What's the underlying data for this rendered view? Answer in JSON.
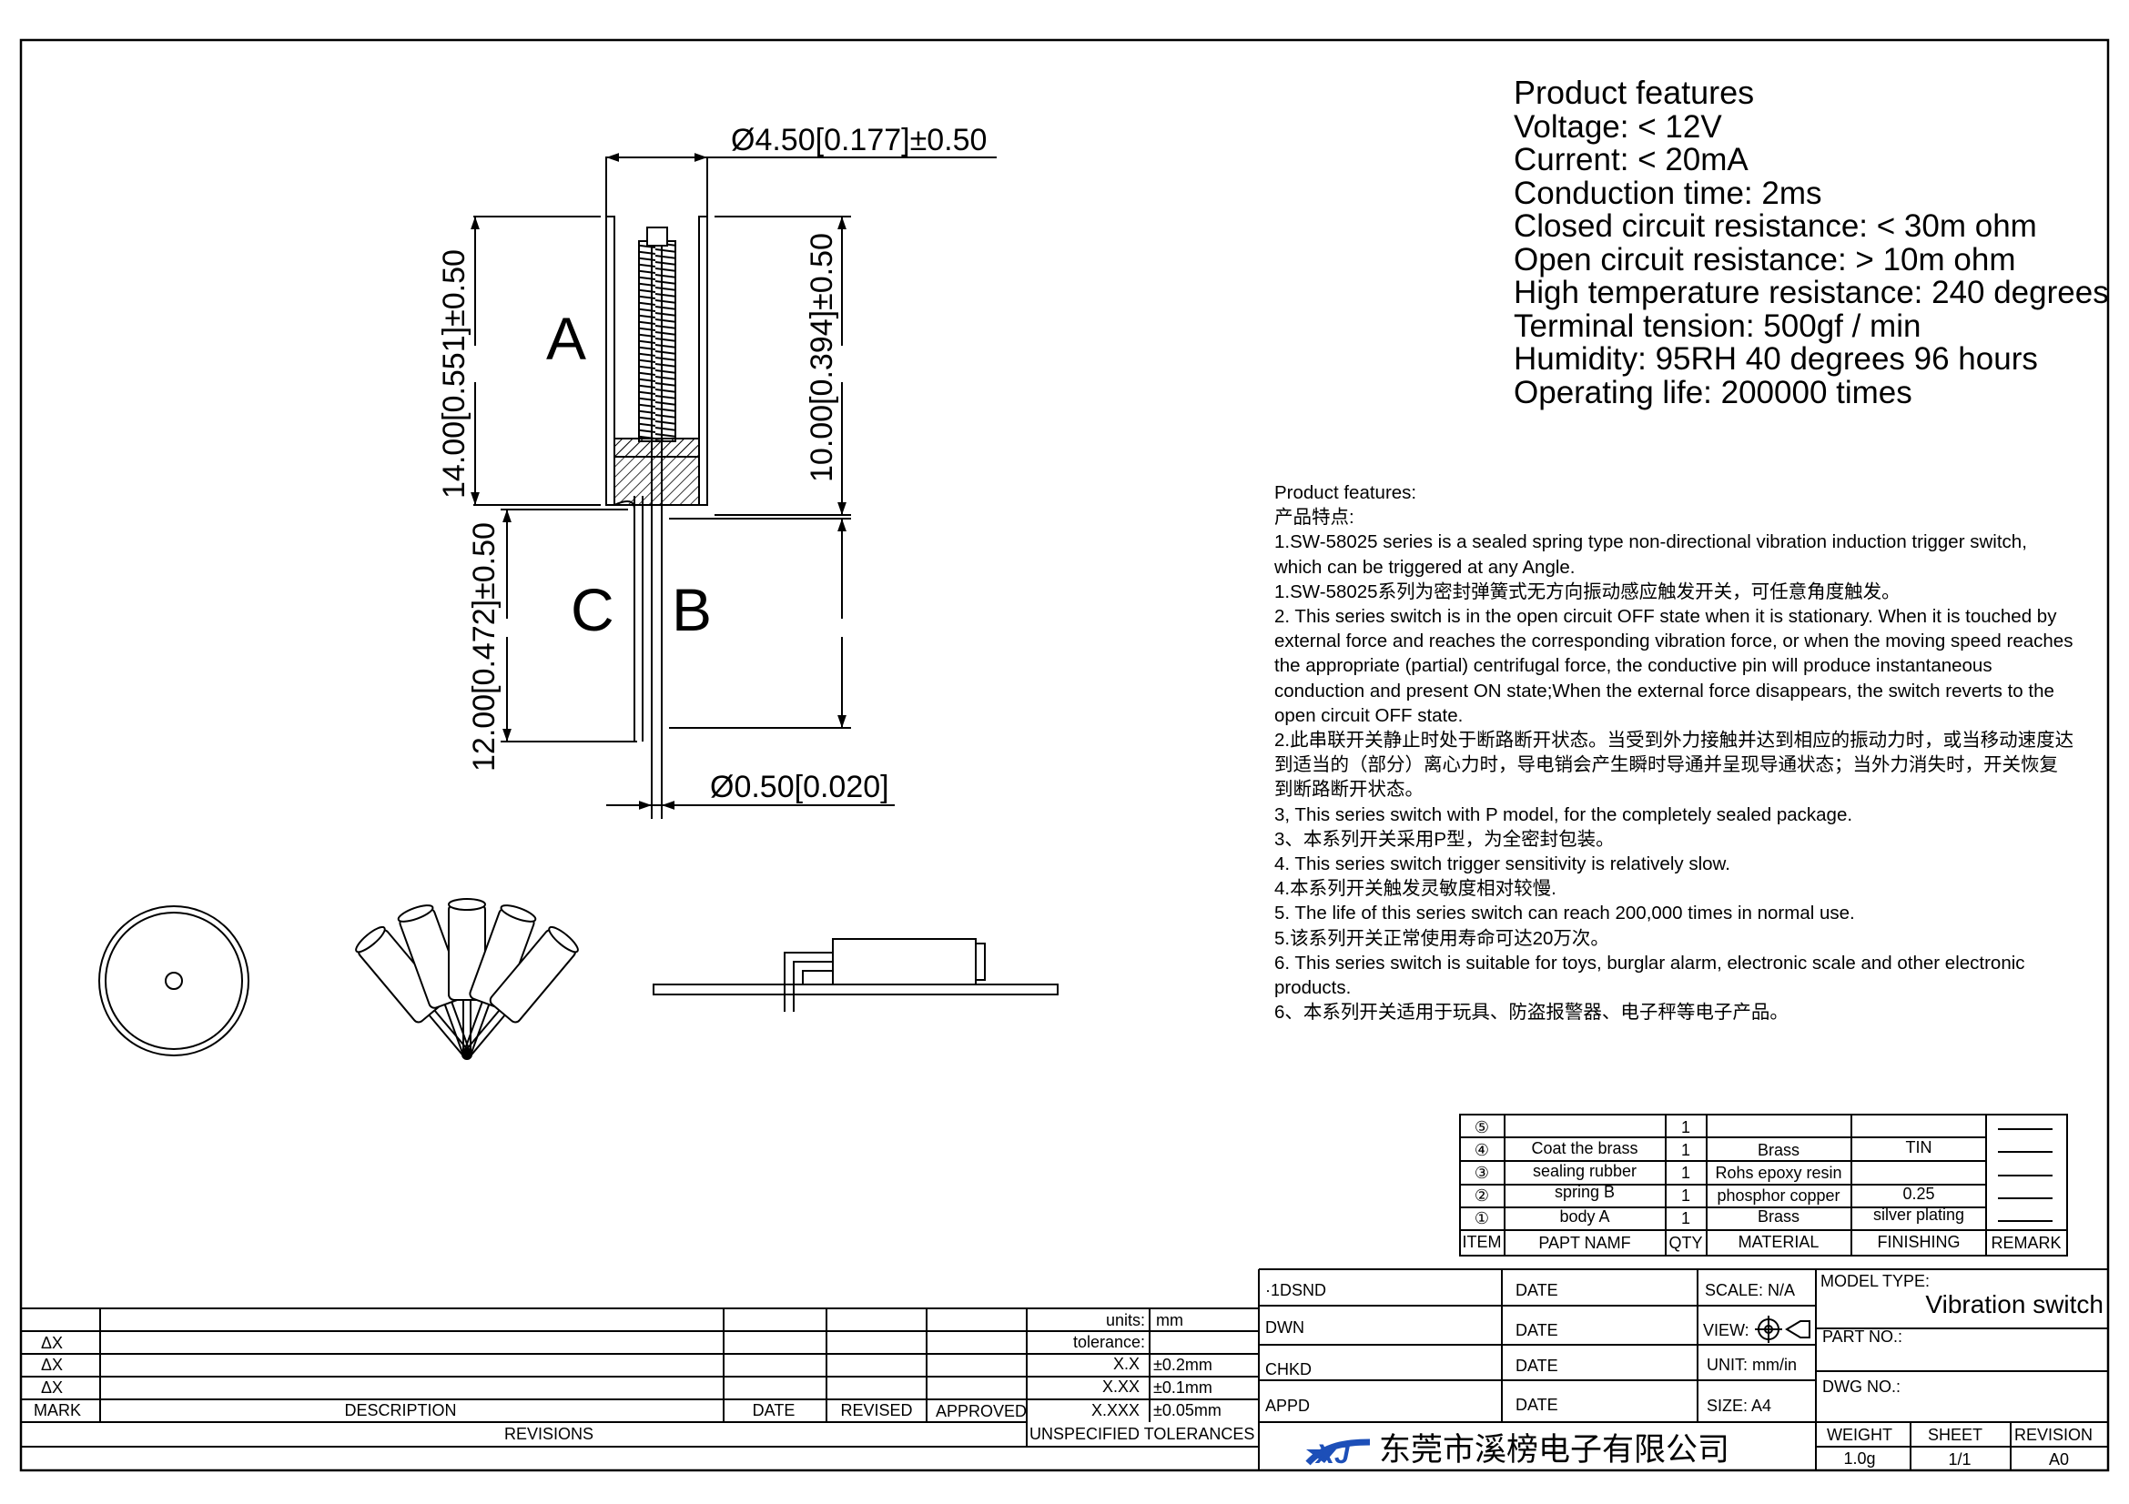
{
  "drawing": {
    "dims": {
      "diameter_top": "Ø4.50[0.177]±0.50",
      "height_total": "14.00[0.551]±0.50",
      "height_body": "10.00[0.394]±0.50",
      "height_pin": "12.00[0.472]±0.50",
      "diameter_pin": "Ø0.50[0.020]"
    },
    "labels": {
      "a": "A",
      "b": "B",
      "c": "C"
    }
  },
  "features_box": {
    "title": "Product features",
    "items": [
      "Voltage: < 12V",
      "Current: < 20mA",
      "Conduction time: 2ms",
      "Closed circuit resistance: < 30m ohm",
      "Open circuit resistance: > 10m ohm",
      "High temperature resistance: 240 degrees",
      "Terminal tension: 500gf / min",
      "Humidity: 95RH 40 degrees 96 hours",
      "Operating life: 200000 times"
    ]
  },
  "notes": [
    "Product features:",
    "产品特点:",
    "1.SW-58025 series is a sealed spring type non-directional vibration induction trigger switch, which can be triggered at any Angle.",
    "1.SW-58025系列为密封弹簧式无方向振动感应触发开关，可任意角度触发。",
    "2. This series switch is in the open circuit OFF state when it is stationary. When it is touched by external force and reaches the corresponding vibration force, or when the moving speed reaches the appropriate (partial) centrifugal force, the conductive pin will produce instantaneous conduction and present ON state;When the external force disappears, the switch reverts to the open circuit OFF state.",
    "2.此串联开关静止时处于断路断开状态。当受到外力接触并达到相应的振动力时，或当移动速度达到适当的（部分）离心力时，导电销会产生瞬时导通并呈现导通状态；当外力消失时，开关恢复到断路断开状态。",
    "3, This series switch with P model, for the completely sealed package.",
    "3、本系列开关采用P型，为全密封包装。",
    "4. This series switch trigger sensitivity is relatively slow.",
    "4.本系列开关触发灵敏度相对较慢.",
    "5. The life of this series switch can reach 200,000 times in normal use.",
    "5.该系列开关正常使用寿命可达20万次。",
    "6. This series switch is suitable for toys, burglar alarm, electronic scale and other electronic products.",
    "6、本系列开关适用于玩具、防盗报警器、电子秤等电子产品。"
  ],
  "bom": {
    "header": {
      "item": "ITEM",
      "part": "PAPT NAMF",
      "qty": "QTY",
      "material": "MATERIAL",
      "finishing": "FINISHING",
      "remark": "REMARK"
    },
    "rows": [
      {
        "item": "⑤",
        "part": "",
        "qty": "1",
        "material": "",
        "finishing": ""
      },
      {
        "item": "④",
        "part": "Coat the brass",
        "qty": "1",
        "material": "Brass",
        "finishing": "TIN"
      },
      {
        "item": "③",
        "part": "sealing rubber",
        "qty": "1",
        "material": "Rohs epoxy resin",
        "finishing": ""
      },
      {
        "item": "②",
        "part": "spring  B",
        "qty": "1",
        "material": "phosphor copper",
        "finishing": "0.25"
      },
      {
        "item": "①",
        "part": "body   A",
        "qty": "1",
        "material": "Brass",
        "finishing": "silver plating"
      }
    ]
  },
  "revisions": {
    "marks": [
      "ΔX",
      "ΔX",
      "ΔX"
    ],
    "header": {
      "mark": "MARK",
      "description": "DESCRIPTION",
      "date": "DATE",
      "revised": "REVISED",
      "approved": "APPROVED"
    },
    "title": "REVISIONS"
  },
  "tolerances": {
    "units_label": "units:",
    "units_value": "mm",
    "tolerance_label": "tolerance:",
    "rows": [
      {
        "k": "X.X",
        "v": "±0.2mm"
      },
      {
        "k": "X.XX",
        "v": "±0.1mm"
      },
      {
        "k": "X.XXX",
        "v": "±0.05mm"
      }
    ],
    "title": "UNSPECIFIED TOLERANCES"
  },
  "signoff": {
    "rows": [
      "·1DSND",
      "DWN",
      "CHKD",
      "APPD"
    ],
    "date_label": "DATE"
  },
  "info": {
    "scale": "SCALE: N/A",
    "view": "VIEW:",
    "unit": "UNIT: mm/in",
    "size": "SIZE: A4",
    "model_type_label": "MODEL TYPE:",
    "model_type_value": "Vibration switch",
    "part_no_label": "PART NO.:",
    "dwg_no_label": "DWG NO.:",
    "weight_label": "WEIGHT",
    "weight_value": "1.0g",
    "sheet_label": "SHEET",
    "sheet_value": "1/1",
    "revision_label": "REVISION",
    "revision_value": "A0"
  },
  "company": {
    "name": "东莞市溪榜电子有限公司",
    "logo_text": "XJ"
  }
}
